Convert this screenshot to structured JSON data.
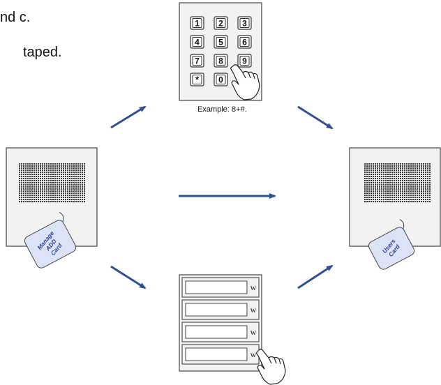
{
  "instructions": {
    "line1": "nd c.",
    "line2": "taped."
  },
  "keypad": {
    "keys": [
      "1",
      "2",
      "3",
      "4",
      "5",
      "6",
      "7",
      "8",
      "9",
      "*",
      "0",
      "#"
    ],
    "caption": "Example: 8+#."
  },
  "left_panel": {
    "card_lines": [
      "Manage",
      "ADD",
      "Card"
    ]
  },
  "right_panel": {
    "card_lines": [
      "Users",
      "Card"
    ]
  },
  "button_panel": {
    "button_symbols": [
      "w",
      "w",
      "w",
      "w"
    ]
  },
  "colors": {
    "arrow": "#2f4f8f",
    "panel_fill": "#f2f2f2",
    "card_fill": "#dde3f7",
    "card_text": "#2b3f8f"
  }
}
